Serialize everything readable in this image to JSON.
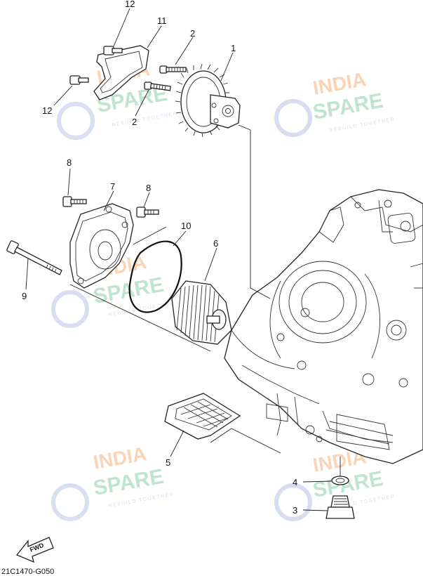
{
  "diagram": {
    "code": "21C1470-G050",
    "fwd_label": "FWD",
    "callouts": {
      "c1": "1",
      "c2a": "2",
      "c2b": "2",
      "c3": "3",
      "c4": "4",
      "c5": "5",
      "c6": "6",
      "c7": "7",
      "c8a": "8",
      "c8b": "8",
      "c9": "9",
      "c10": "10",
      "c11": "11",
      "c12a": "12",
      "c12b": "12"
    }
  },
  "watermark": {
    "line1": "INDIA",
    "line2": "SPARE",
    "tagline": "REBUILD TOGETHER",
    "color_orange": "#f7b27a",
    "color_green": "#8ccfaa",
    "color_blue": "#b9c3e8"
  }
}
